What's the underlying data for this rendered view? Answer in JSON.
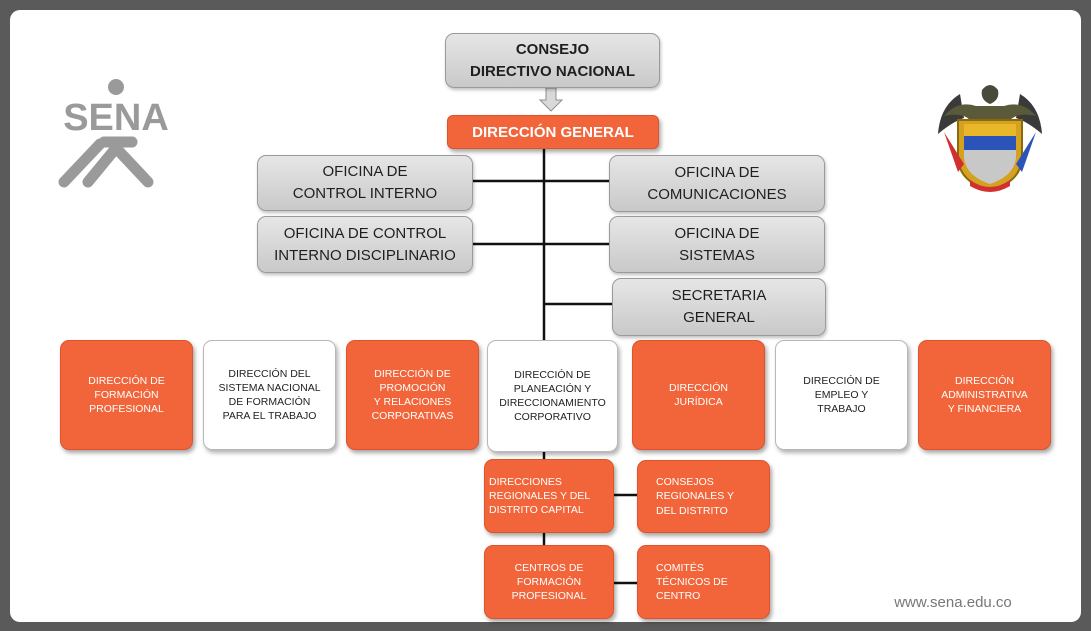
{
  "logo": {
    "text": "SENA",
    "icon": "sena-logo"
  },
  "seal": {
    "icon": "colombia-coat-of-arms"
  },
  "boxes": {
    "consejo": "CONSEJO\nDIRECTIVO NACIONAL",
    "direccion_general": "DIRECCIÓN GENERAL",
    "control_interno": "OFICINA DE\nCONTROL INTERNO",
    "control_disciplinario": "OFICINA DE CONTROL\nINTERNO DISCIPLINARIO",
    "comunicaciones": "OFICINA DE\nCOMUNICACIONES",
    "sistemas": "OFICINA DE\nSISTEMAS",
    "secretaria": "SECRETARIA\nGENERAL",
    "formacion_profesional": "DIRECCIÓN DE\nFORMACIÓN\nPROFESIONAL",
    "sistema_nacional": "DIRECCIÓN DEL\nSISTEMA NACIONAL\nDE FORMACIÓN\nPARA EL TRABAJO",
    "promocion": "DIRECCIÓN DE\nPROMOCIÓN\nY RELACIONES\nCORPORATIVAS",
    "planeacion": "DIRECCIÓN DE\nPLANEACIÓN Y\nDIRECCIONAMIENTO\nCORPORATIVO",
    "juridica": "DIRECCIÓN\nJURÍDICA",
    "empleo": "DIRECCIÓN DE\nEMPLEO Y\nTRABAJO",
    "administrativa": "DIRECCIÓN\nADMINISTRATIVA\nY FINANCIERA",
    "regionales": "DIRECCIONES\nREGIONALES Y DEL\nDISTRITO CAPITAL",
    "consejos_regionales": "CONSEJOS\nREGIONALES Y\nDEL DISTRITO",
    "centros": "CENTROS DE\nFORMACIÓN\nPROFESIONAL",
    "comites": "COMITÉS\nTÉCNICOS DE\nCENTRO"
  },
  "footer": {
    "website": "www.sena.edu.co"
  },
  "colors": {
    "orange": "#f2653a",
    "grey": "#d4d4d4",
    "line": "#000000"
  }
}
